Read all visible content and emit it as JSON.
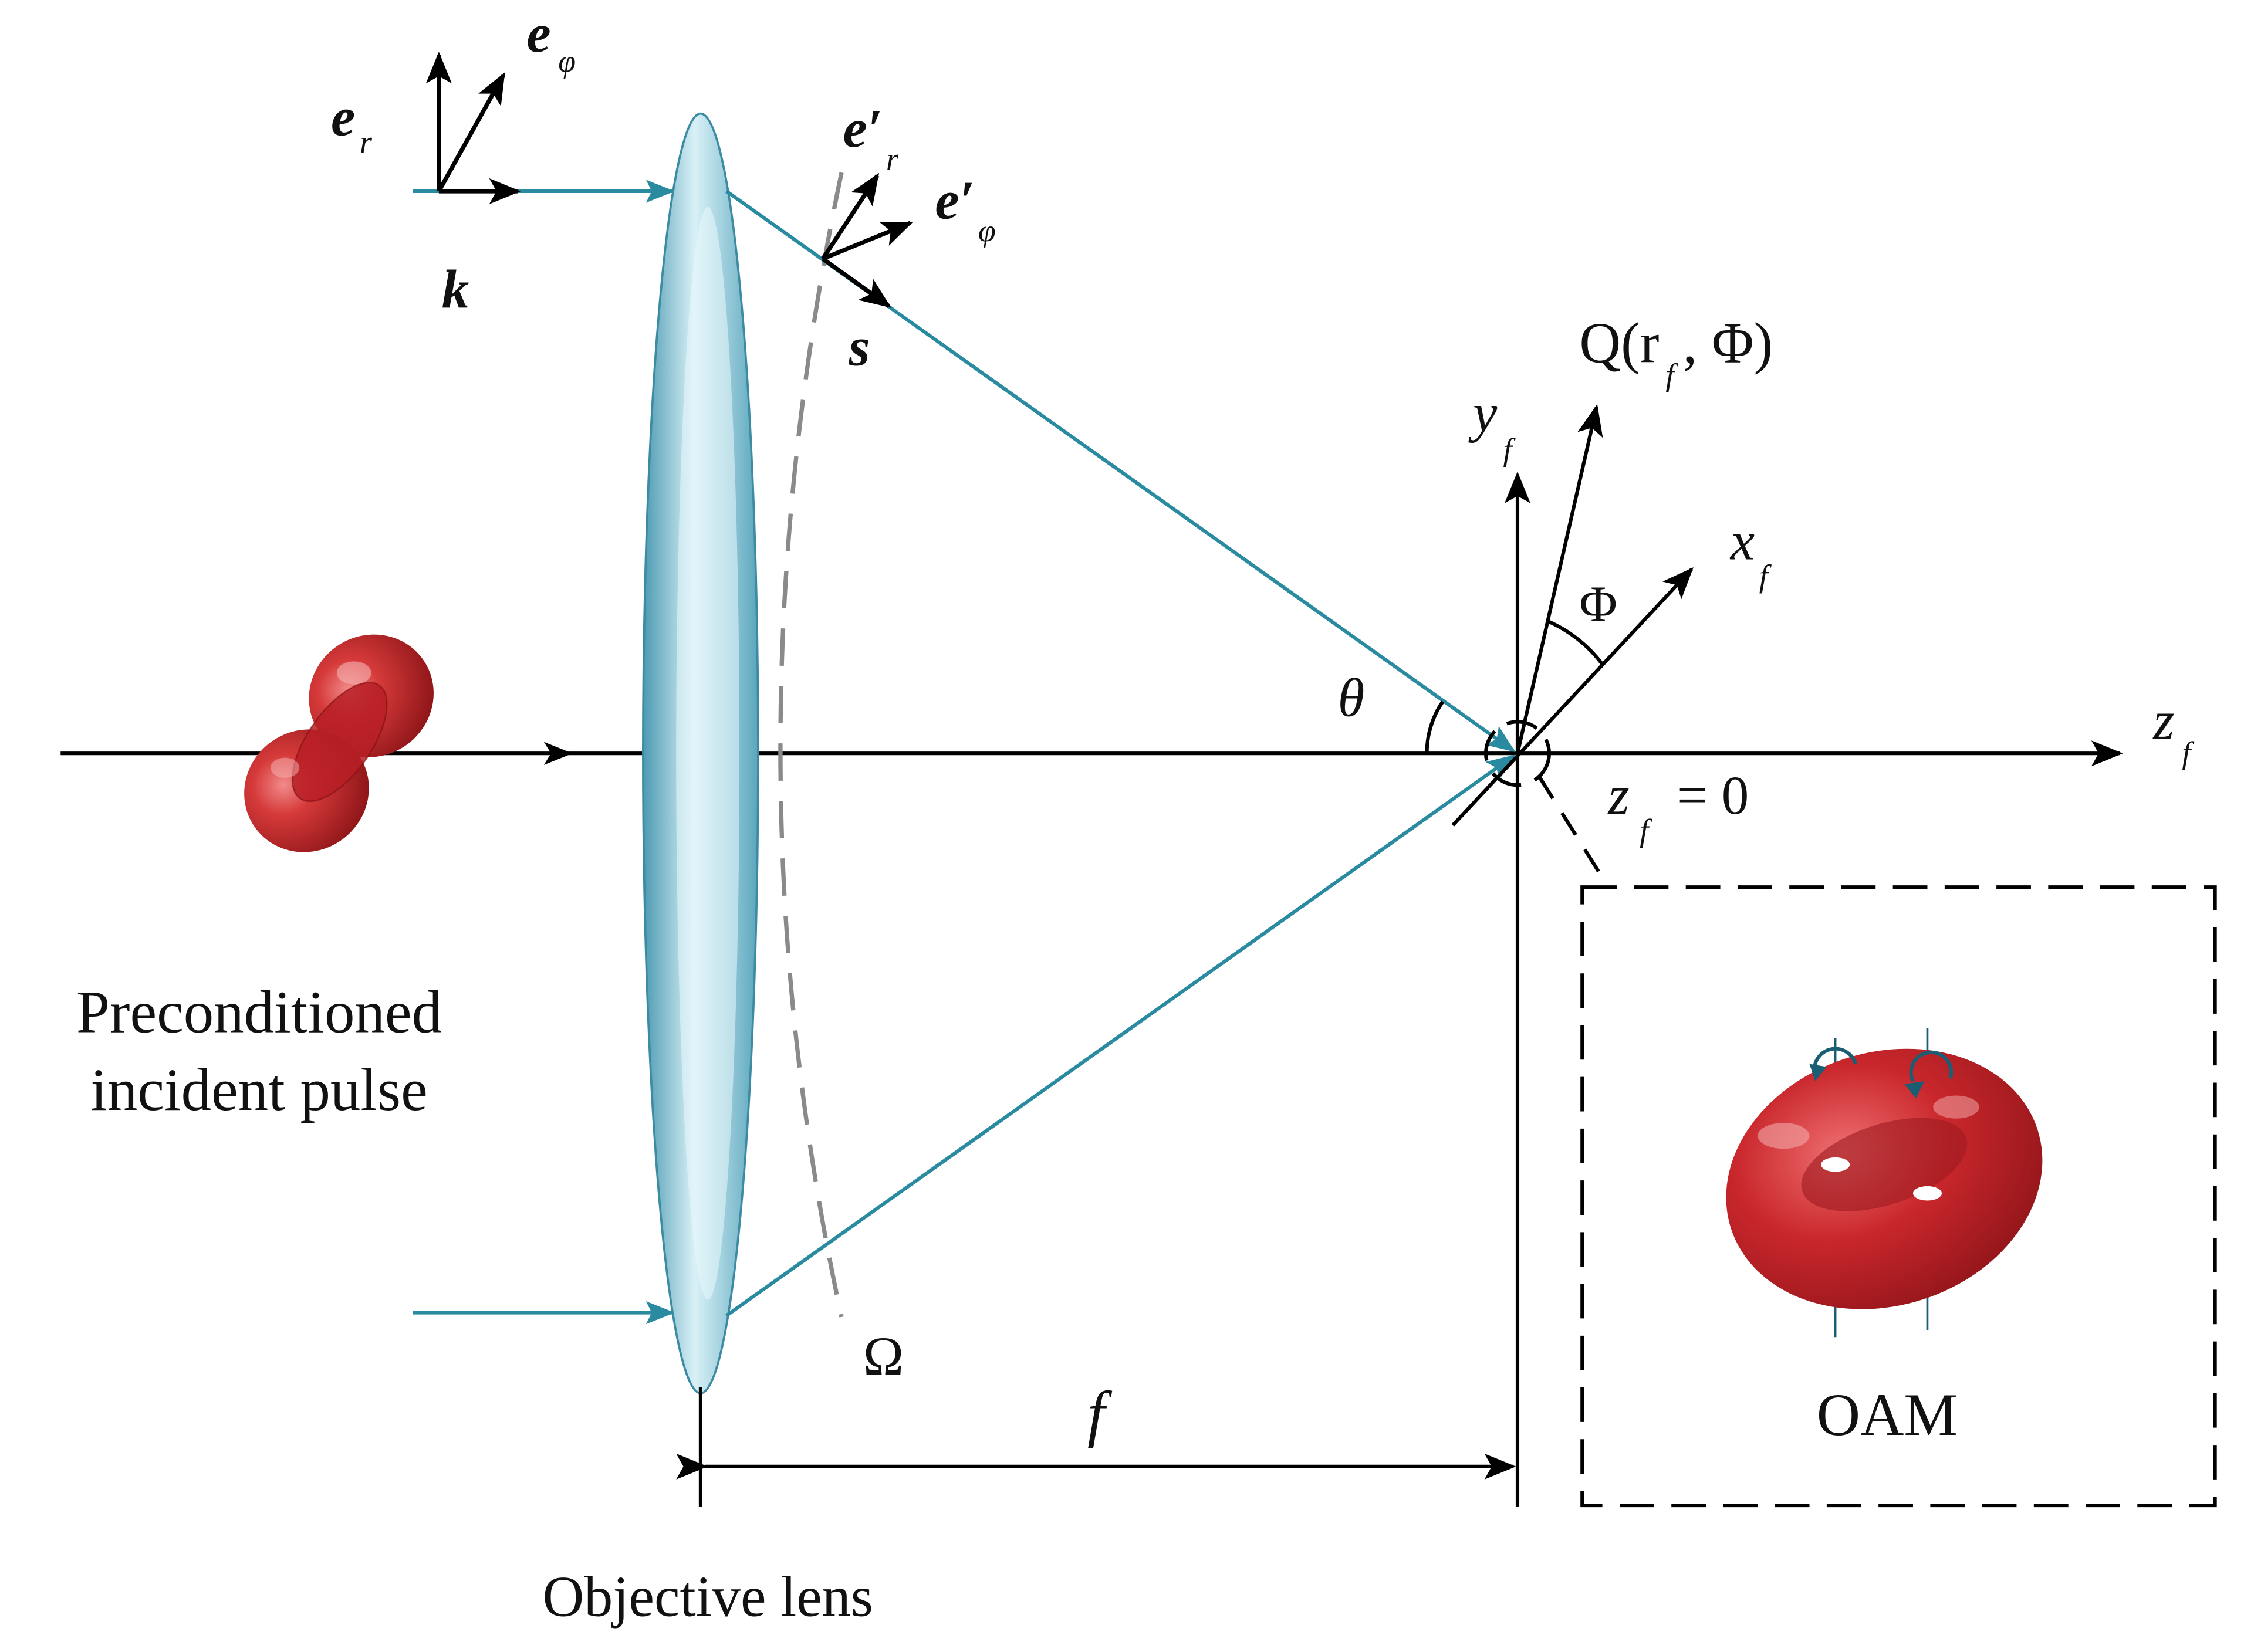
{
  "labels": {
    "incident_pulse_line1": "Preconditioned",
    "incident_pulse_line2": "incident pulse",
    "objective_lens": "Objective lens",
    "focal_length": "f",
    "omega": "Ω",
    "theta": "θ",
    "phi": "Φ",
    "z_axis_main": "z",
    "z_axis_sub": "f",
    "y_axis_main": "y",
    "y_axis_sub": "f",
    "x_axis_main": "x",
    "x_axis_sub": "f",
    "focal_plane_main": "z",
    "focal_plane_sub": "f",
    "focal_plane_eq": "= 0",
    "point_q_prefix": "Q(r",
    "point_q_sub": "f",
    "point_q_suffix": ", Φ)",
    "e_r_main": "e",
    "e_r_sub": "r",
    "e_phi_main": "e",
    "e_phi_sub": "φ",
    "k_vector": "k",
    "e_r_prime_main": "e′",
    "e_r_prime_sub": "r",
    "e_phi_prime_main": "e′",
    "e_phi_prime_sub": "φ",
    "s_vector": "s",
    "oam": "OAM"
  },
  "colors": {
    "ray": "#2a8aa0",
    "lens_light": "#dff3f8",
    "lens_mid": "#8fd0e0",
    "lens_dark": "#3f8fa8",
    "pulse_red": "#c8262b",
    "axis": "#000000",
    "reference_sphere": "#8a8a8a"
  }
}
